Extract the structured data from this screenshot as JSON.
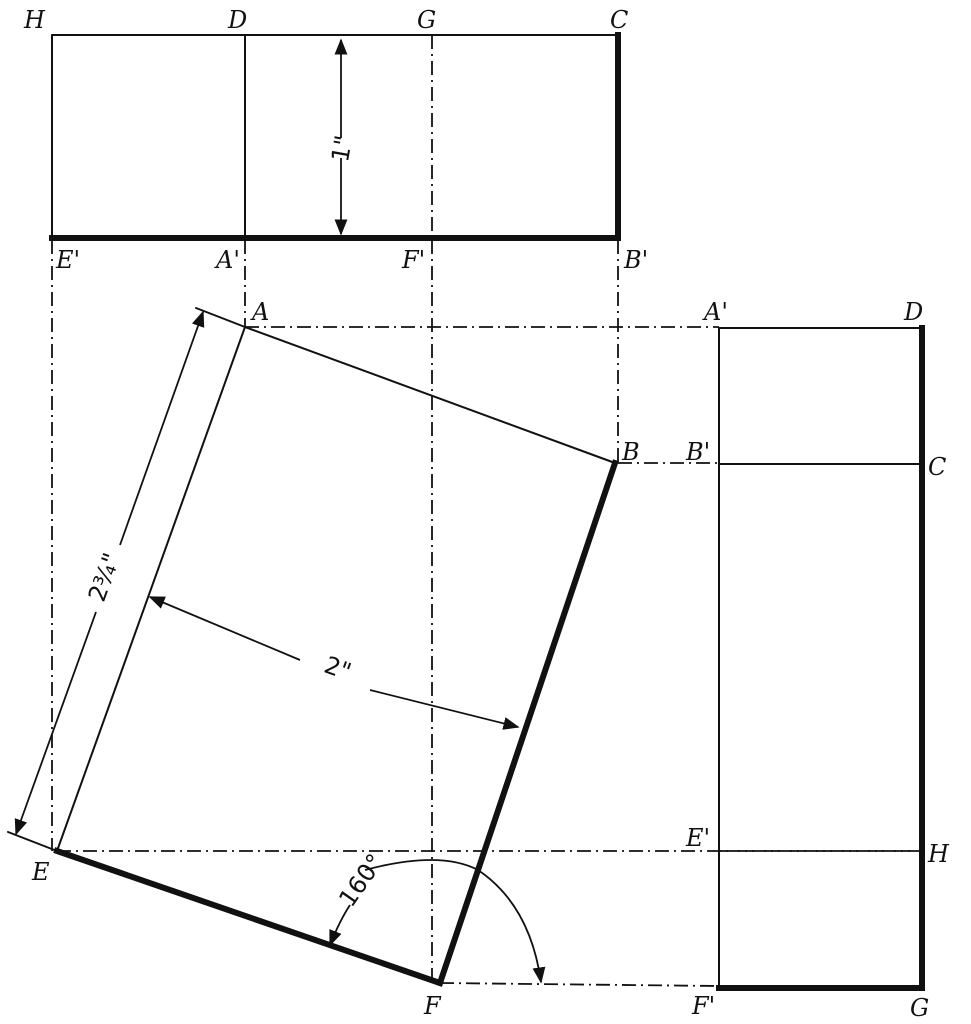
{
  "diagram": {
    "type": "orthographic-projection",
    "description": "Plan of a tilted rectangle ABFE with projected elevation views",
    "colors": {
      "ink": "#111111",
      "paper": "#ffffff"
    }
  },
  "top_view": {
    "labels": {
      "H": "H",
      "D": "D",
      "G": "G",
      "C": "C",
      "E1": "E'",
      "A1": "A'",
      "F1": "F'",
      "B1": "B'"
    },
    "dimension": "1\""
  },
  "main_view": {
    "labels": {
      "A": "A",
      "B": "B",
      "E": "E",
      "F": "F"
    },
    "dimension_length": "2¾\"",
    "dimension_width": "2\"",
    "angle": "160°"
  },
  "side_view": {
    "labels": {
      "A1": "A'",
      "D": "D",
      "B1": "B'",
      "C": "C",
      "E1": "E'",
      "H": "H",
      "F1": "F'",
      "G": "G"
    }
  }
}
